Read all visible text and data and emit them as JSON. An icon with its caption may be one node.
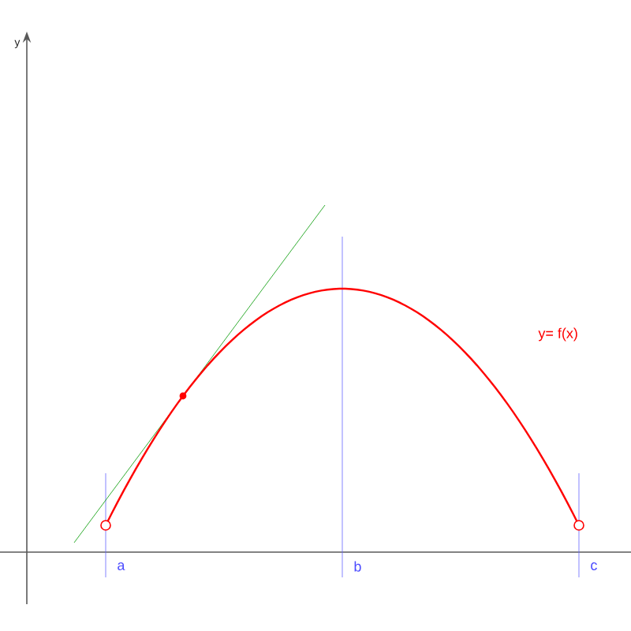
{
  "diagram": {
    "labels": [
      "y",
      "y= f(x)",
      "a",
      "b",
      "c"
    ]
  }
}
